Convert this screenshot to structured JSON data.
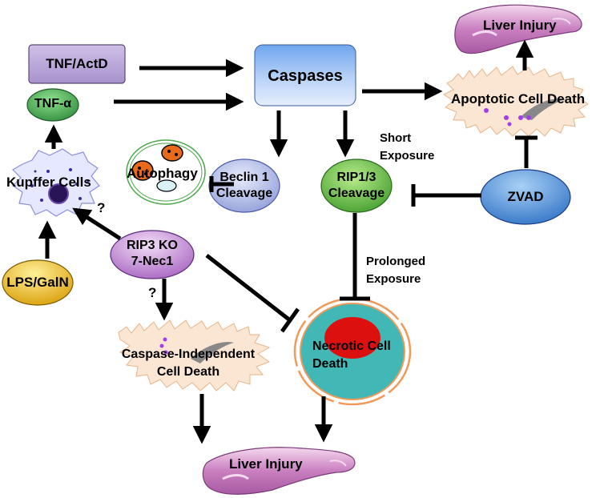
{
  "nodes": {
    "tnf_actd": "TNF/ActD",
    "tnf_alpha": "TNF-α",
    "caspases": "Caspases",
    "kupffer_cells": "Kupffer Cells",
    "lps_galn": "LPS/GalN",
    "autophagy": "Autophagy",
    "beclin1_line1": "Beclin 1",
    "beclin1_line2": "Cleavage",
    "rip13_line1": "RIP1/3",
    "rip13_line2": "Cleavage",
    "zvad": "ZVAD",
    "rip3ko_line1": "RIP3 KO",
    "rip3ko_line2": "7-Nec1",
    "apoptotic_death": "Apoptotic Cell Death",
    "liver_injury_top": "Liver Injury",
    "liver_injury_bottom": "Liver Injury",
    "caspase_indep_line1": "Caspase-Independent",
    "caspase_indep_line2": "Cell Death",
    "necrotic_line1": "Necrotic Cell",
    "necrotic_line2": "Death"
  },
  "annotations": {
    "short_exposure_line1": "Short",
    "short_exposure_line2": "Exposure",
    "prolonged_line1": "Prolonged",
    "prolonged_line2": "Exposure",
    "question_kupffer": "?",
    "question_caspase": "?"
  },
  "colors": {
    "tnf_actd": "#bba8d6",
    "tnf_alpha": "#4fb84f",
    "caspases": "#8fb8f0",
    "beclin": "#a9b8ec",
    "rip13": "#8ed04a",
    "zvad": "#3f86d8",
    "rip3ko": "#c98fd8",
    "lps": "#f0c020",
    "liver": "#c77fc0",
    "necrotic_body": "#41b8b6",
    "necrotic_nucleus": "#dd1010",
    "cell_spiky": "#fbe5d3"
  }
}
